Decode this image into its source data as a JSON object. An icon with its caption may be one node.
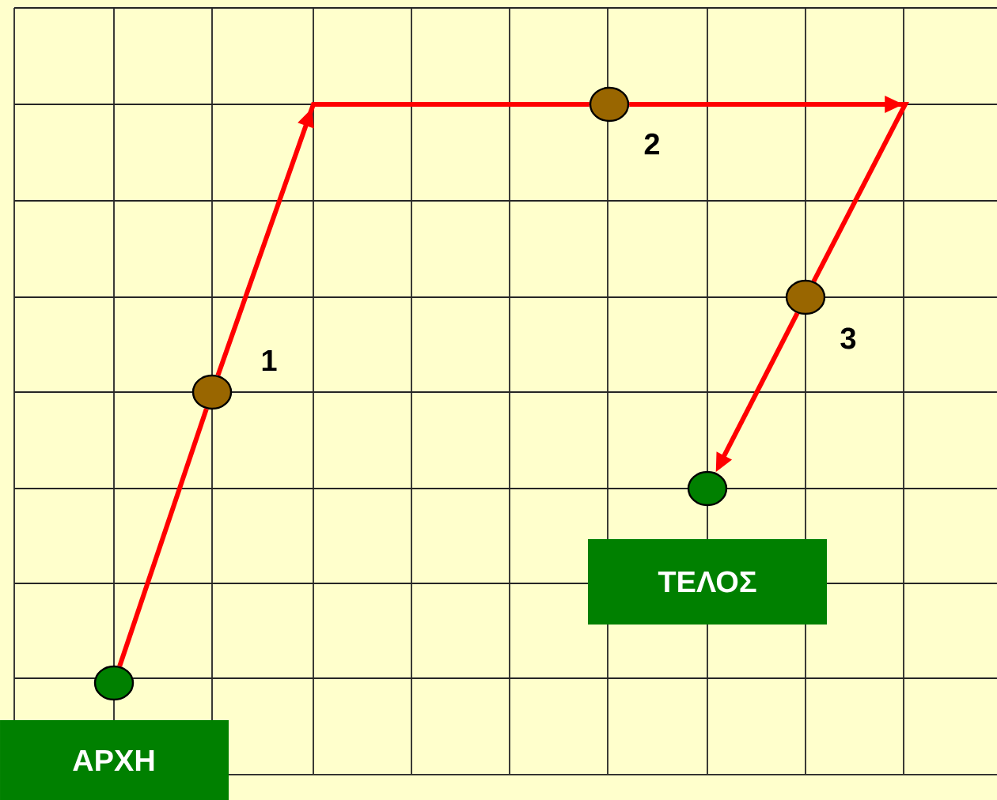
{
  "diagram": {
    "nodes": [
      {
        "text": [
          "ΑΡΧΗ"
        ]
      },
      {
        "text": [
          "ΤΕΛΟΣ"
        ]
      },
      {
        "text": [],
        "shape": "circle"
      },
      {
        "text": [],
        "shape": "circle",
        "beside": [
          "1"
        ]
      },
      {
        "text": [],
        "shape": "circle",
        "beside": [
          "2"
        ]
      },
      {
        "text": [],
        "shape": "circle",
        "beside": [
          "3"
        ]
      },
      {
        "text": [],
        "shape": "circle"
      }
    ],
    "edges": [
      {
        "from": 2,
        "to": 3,
        "arrow": "none"
      },
      {
        "from": 3,
        "to": 4,
        "arrow": "to"
      },
      {
        "from": 4,
        "to": 5,
        "arrow": "to"
      },
      {
        "from": 5,
        "to": 6,
        "arrow": "to"
      }
    ]
  }
}
